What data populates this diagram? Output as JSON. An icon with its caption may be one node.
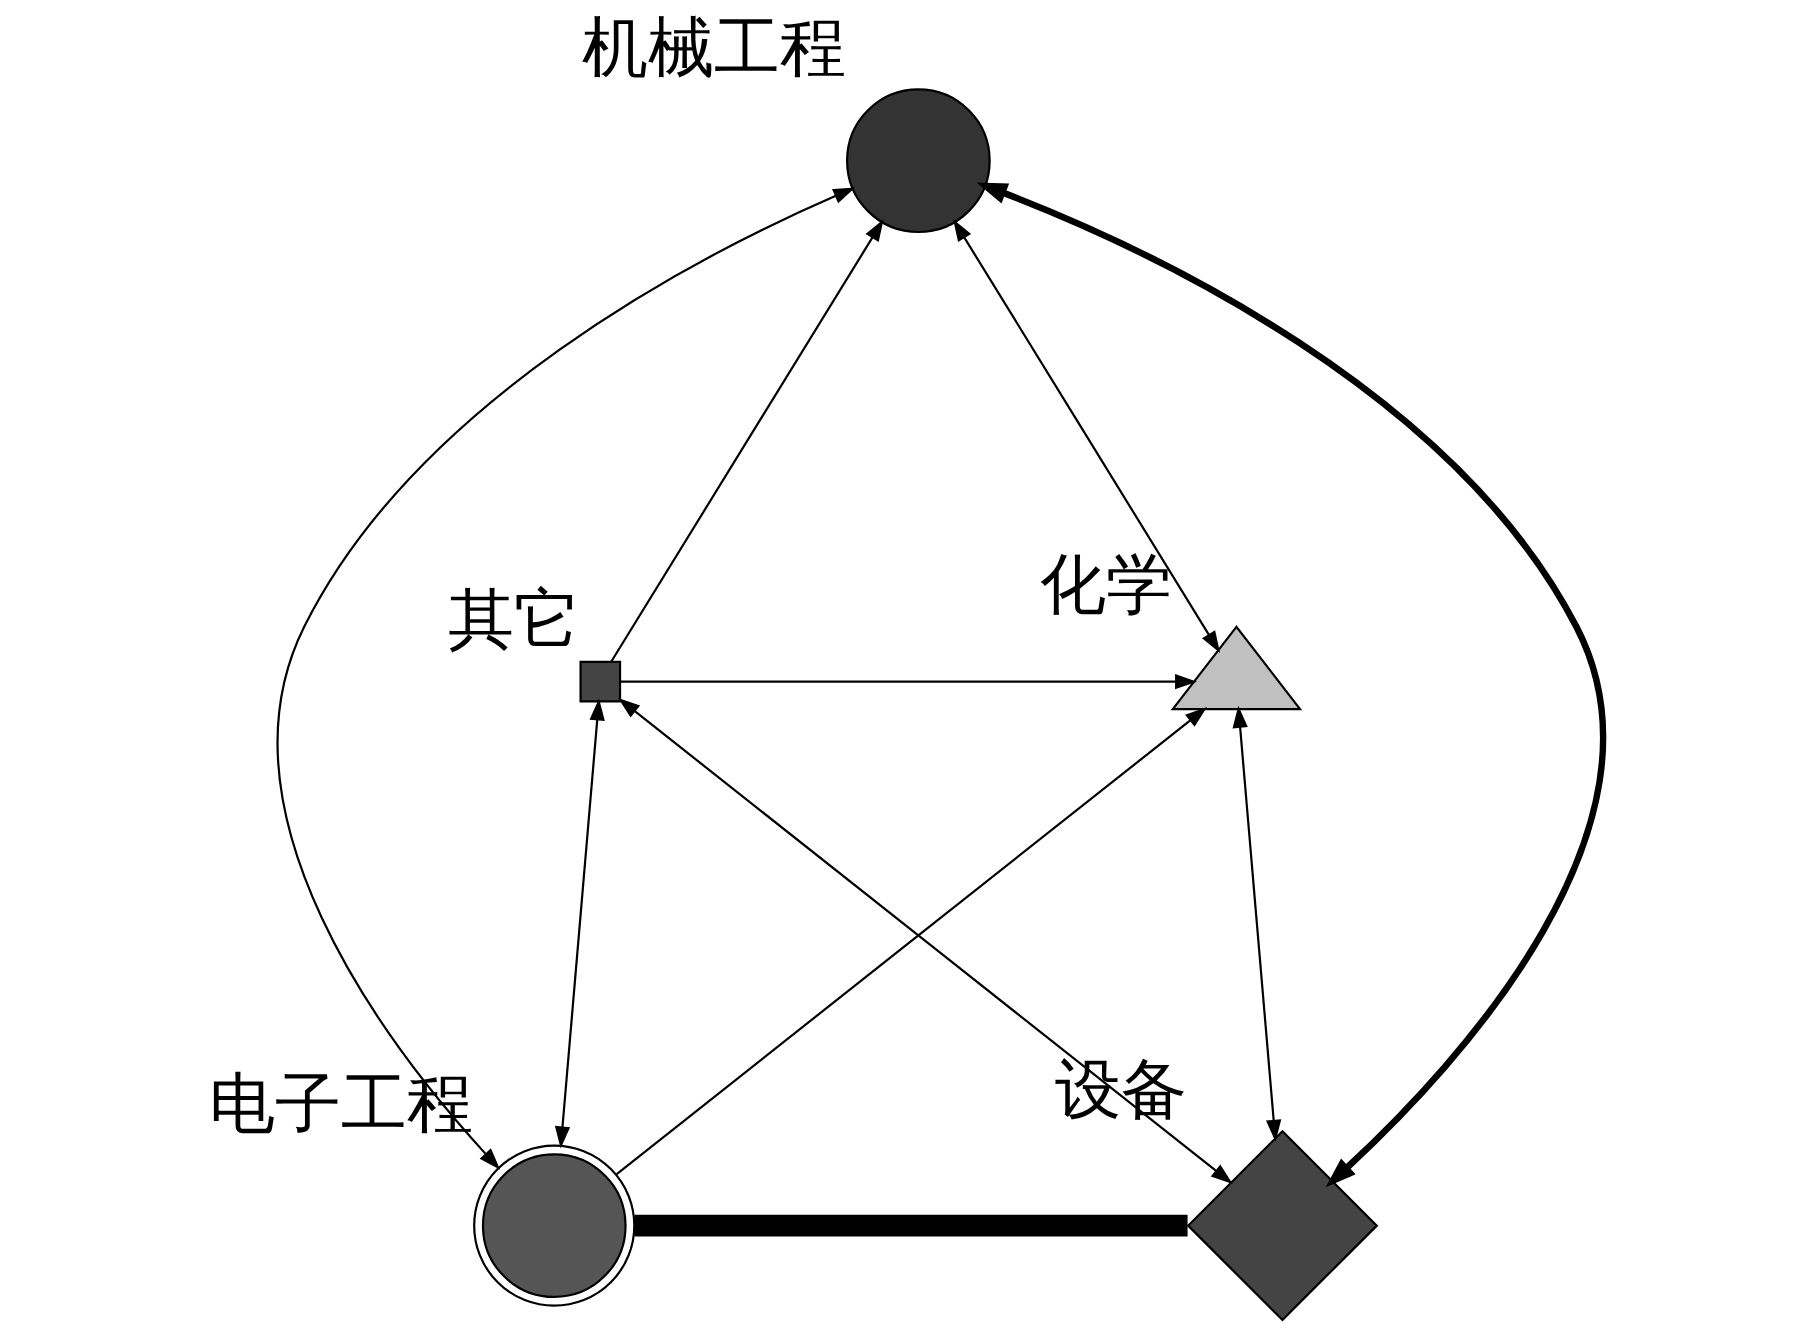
{
  "diagram": {
    "nodes": [
      {
        "text": [
          "机械工程"
        ]
      },
      {
        "text": [
          "化学"
        ]
      },
      {
        "text": [
          "其它"
        ]
      },
      {
        "text": [
          "电子工程"
        ]
      },
      {
        "text": [
          "设备"
        ]
      }
    ],
    "edges": [
      {
        "from": 2,
        "to": 0,
        "arrow": "to"
      },
      {
        "from": 3,
        "to": 0,
        "arrow": "both"
      },
      {
        "from": 4,
        "to": 0,
        "arrow": "both",
        "style": "thick"
      },
      {
        "from": 1,
        "to": 0,
        "arrow": "both"
      },
      {
        "from": 2,
        "to": 1,
        "arrow": "to"
      },
      {
        "from": 3,
        "to": 1,
        "arrow": "to"
      },
      {
        "from": 4,
        "to": 1,
        "arrow": "both"
      },
      {
        "from": 2,
        "to": 4,
        "arrow": "both"
      },
      {
        "from": 2,
        "to": 3,
        "arrow": "both"
      },
      {
        "from": 3,
        "to": 4,
        "arrow": "none",
        "style": "thick"
      }
    ]
  }
}
